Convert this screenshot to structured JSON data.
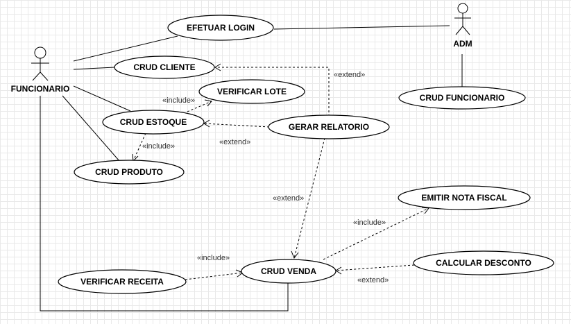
{
  "actors": {
    "funcionario": "FUNCIONARIO",
    "adm": "ADM"
  },
  "use_cases": {
    "efetuar_login": "EFETUAR LOGIN",
    "crud_cliente": "CRUD CLIENTE",
    "verificar_lote": "VERIFICAR LOTE",
    "crud_estoque": "CRUD ESTOQUE",
    "gerar_relatorio": "GERAR RELATORIO",
    "crud_produto": "CRUD PRODUTO",
    "crud_funcionario": "CRUD FUNCIONARIO",
    "emitir_nota_fiscal": "EMITIR NOTA FISCAL",
    "calcular_desconto": "CALCULAR DESCONTO",
    "verificar_receita": "VERIFICAR RECEITA",
    "crud_venda": "CRUD VENDA"
  },
  "relations": {
    "include": "«include»",
    "extend": "«extend»"
  }
}
